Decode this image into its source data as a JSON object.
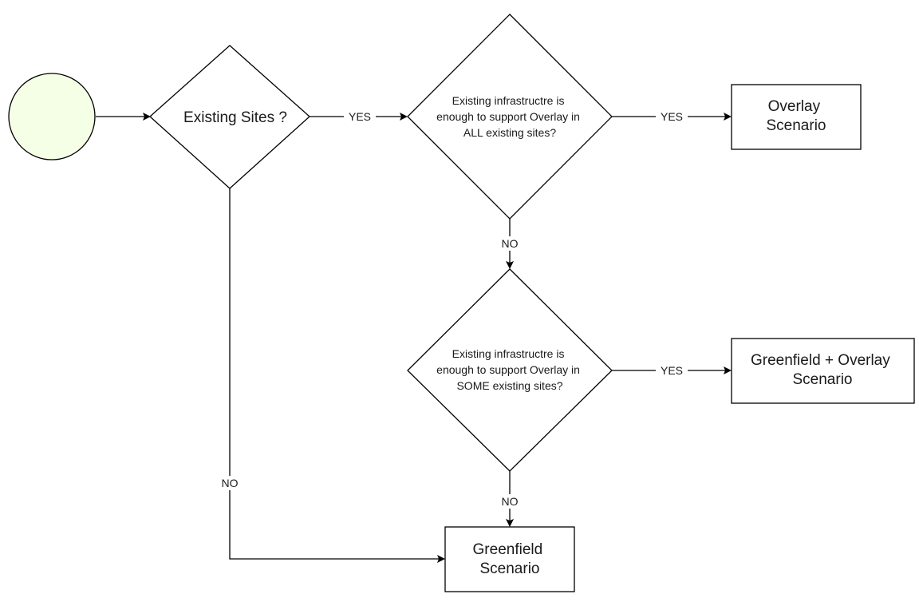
{
  "diagram": {
    "start": {
      "fill": "#f5ffe6"
    },
    "decisions": {
      "existing_sites": {
        "lines": [
          "Existing Sites ?"
        ]
      },
      "all_sites": {
        "lines": [
          "Existing infrastructre is",
          "enough to support Overlay in",
          "ALL existing sites?"
        ]
      },
      "some_sites": {
        "lines": [
          "Existing infrastructre is",
          "enough to support Overlay in",
          "SOME existing sites?"
        ]
      }
    },
    "processes": {
      "overlay": {
        "lines": [
          "Overlay",
          "Scenario"
        ]
      },
      "greenfield_overlay": {
        "lines": [
          "Greenfield + Overlay",
          "Scenario"
        ]
      },
      "greenfield": {
        "lines": [
          "Greenfield",
          "Scenario"
        ]
      }
    },
    "edge_labels": {
      "sites_yes": "YES",
      "all_yes": "YES",
      "all_no": "NO",
      "some_yes": "YES",
      "some_no": "NO",
      "sites_no": "NO"
    }
  }
}
